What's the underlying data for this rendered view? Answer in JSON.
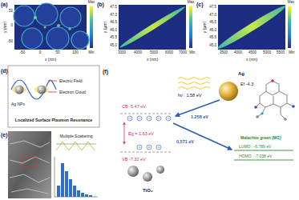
{
  "diagram": {
    "labels": [
      "(a)",
      "y (nm)",
      "50",
      "0",
      "-50",
      "-50",
      "0",
      "50",
      "100",
      "x (nm)",
      "Max",
      "Min",
      "(b)",
      "y (μm)",
      "47.5",
      "47.0",
      "46.5",
      "46.0",
      "45.5",
      "45.0",
      "3000",
      "4000",
      "5000",
      "6000",
      "7000",
      "x (nm)",
      "Max",
      "Min",
      "(c)",
      "y (μm)",
      "47.5",
      "47.0",
      "46.5",
      "46.0",
      "45.5",
      "45.0",
      "3500",
      "4000",
      "4500",
      "5000",
      "5500",
      "x (nm)",
      "Max",
      "Min",
      "(d)",
      "Electric Field",
      "Electron Cloud",
      "Ag NPs",
      "Localized Surface Plasmon Resonance",
      "(e)",
      "Multiple Scattering",
      "(f)",
      "hν : 1.58 eV",
      "Ag",
      "Ef -4.3",
      "CB -5.47 eV",
      "Eg = 1.63 eV",
      "VB -7.32 eV",
      "TiO₂",
      "1.258 eV",
      "0.571 eV",
      "Malachite green (MG)",
      "LUMO : -6.789 eV",
      "HOMO : -7.038 eV"
    ]
  }
}
